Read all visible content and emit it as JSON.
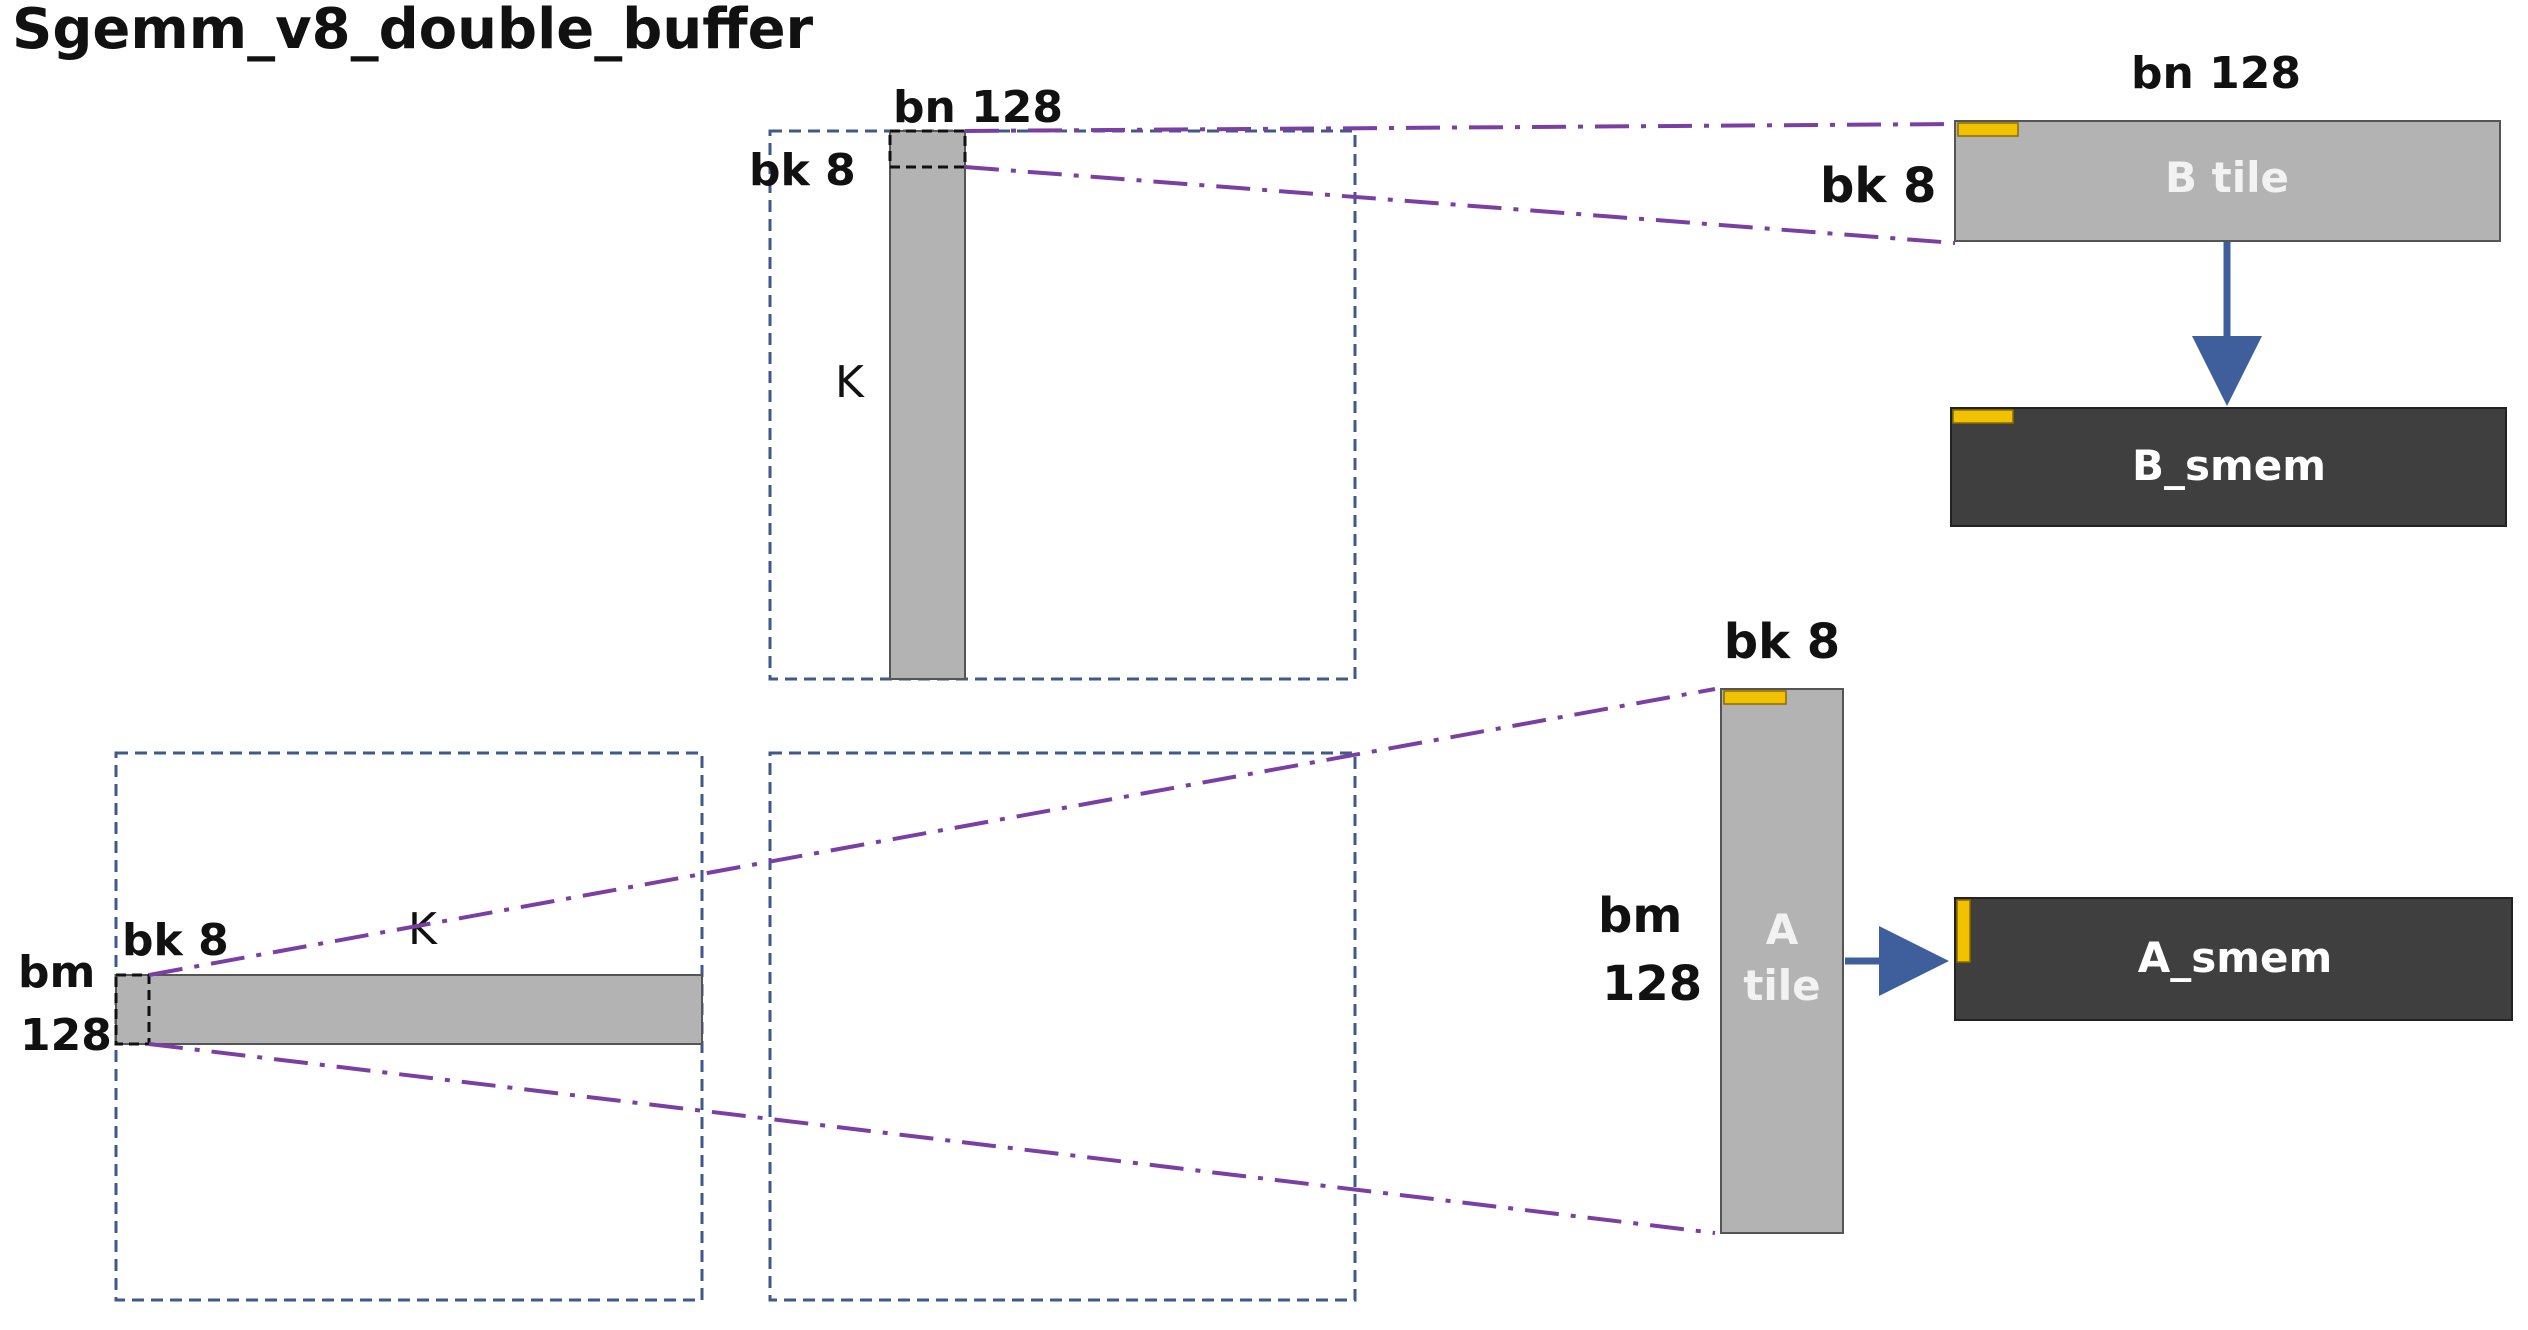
{
  "title": "Sgemm_v8_double_buffer",
  "labels": {
    "b_bn": "bn 128",
    "b_bk": "bk 8",
    "b_k": "K",
    "btile_bn": "bn 128",
    "btile_bk": "bk 8",
    "a_bk": "bk 8",
    "a_k": "K",
    "a_bm_1": "bm",
    "a_bm_2": "128",
    "atile_bk": "bk 8",
    "atile_bm_1": "bm",
    "atile_bm_2": "128"
  },
  "tiles": {
    "b_tile": "B tile",
    "b_smem": "B_smem",
    "a_tile_1": "A",
    "a_tile_2": "tile",
    "a_smem": "A_smem"
  },
  "colors": {
    "tile_gray": "#b3b3b3",
    "smem_dark": "#3f3f3f",
    "dashed_box": "#3d5a8c",
    "guide_line": "#7b3fa3",
    "arrow": "#3f5f9c",
    "highlight": "#f2c200"
  }
}
